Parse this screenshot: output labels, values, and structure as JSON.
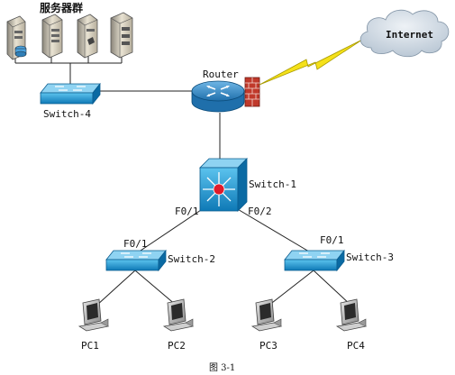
{
  "labels": {
    "server_group": "服务器群",
    "internet": "Internet",
    "router": "Router",
    "switch1": "Switch-1",
    "switch2": "Switch-2",
    "switch3": "Switch-3",
    "switch4": "Switch-4",
    "port_s1_left": "F0/1",
    "port_s1_right": "F0/2",
    "port_s2": "F0/1",
    "port_s3": "F0/1",
    "pc1": "PC1",
    "pc2": "PC2",
    "pc3": "PC3",
    "pc4": "PC4",
    "caption": "图 3-1"
  },
  "colors": {
    "switch_blue": "#1e9bd7",
    "switch_dark": "#0b6ea8",
    "router_blue": "#2d8fd0",
    "firewall_red": "#c0392b",
    "lightning_yellow": "#f5e11a",
    "cloud_fill": "#c9d6e3"
  }
}
